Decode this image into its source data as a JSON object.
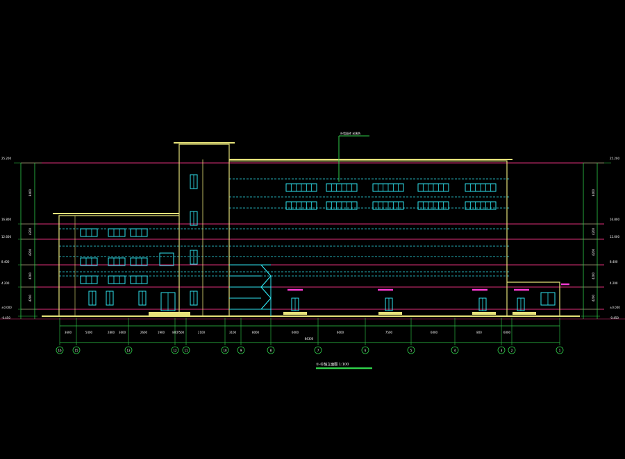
{
  "drawing": {
    "title": "①-⑯轴立面图 1:100",
    "callout": "外墙面砖 米黄色",
    "total_dim": "84300"
  },
  "axes": [
    "16",
    "15",
    "13",
    "12",
    "11",
    "10",
    "9",
    "8",
    "7",
    "6",
    "5",
    "4",
    "3",
    "2",
    "1"
  ],
  "dims_bottom": [
    "3600",
    "5400",
    "2800",
    "3600",
    "2600",
    "1900",
    "800",
    "7500",
    "2100",
    "3100",
    "8000",
    "6000",
    "6000",
    "7500",
    "6000",
    "800",
    "6000"
  ],
  "elev_left": [
    "25.200",
    "16.800",
    "12.600",
    "8.400",
    "4.200",
    "±0.000",
    "-0.450"
  ],
  "elev_right": [
    "25.200",
    "16.800",
    "12.600",
    "8.400",
    "4.200",
    "±0.000",
    "-0.450"
  ],
  "seg_dims_left": [
    "8400",
    "4200",
    "4200",
    "4200",
    "4200"
  ],
  "colors": {
    "background": "#000000",
    "outline": "#e6e27a",
    "floor_line": "#e0317a",
    "window": "#2fe5f0",
    "dim": "#2fcf4a",
    "accent": "#ff3bd5"
  }
}
